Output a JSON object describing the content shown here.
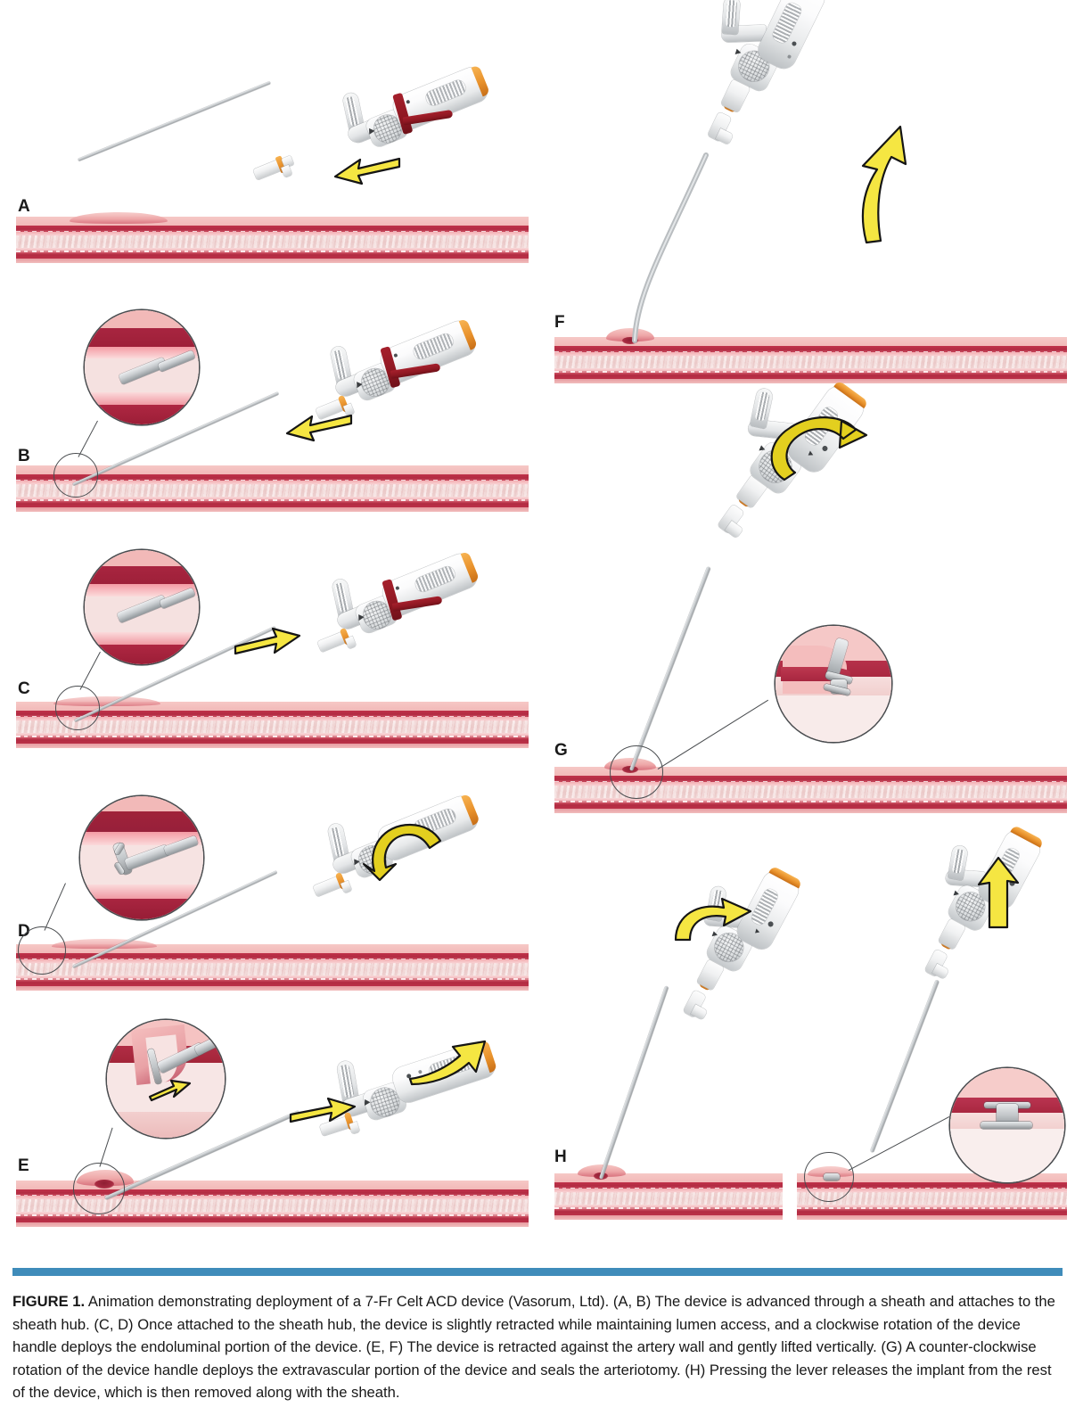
{
  "figure": {
    "label": "FIGURE 1.",
    "caption": " Animation demonstrating deployment of a 7-Fr Celt ACD device (Vasorum, Ltd). (A, B) The device is advanced through a sheath and attaches to the sheath hub. (C, D) Once attached to the sheath hub, the device is slightly retracted while maintaining lumen access, and a clockwise rotation of the device handle deploys the endoluminal portion of the device. (E, F) The device is retracted against the artery wall and gently lifted vertically. (G) A counter-clockwise rotation of the device handle deploys the extravascular portion of the device and seals the arteriotomy. (H) Pressing the lever releases the implant from the rest of the device, which is then removed along with the sheath.",
    "rule_color": "#3f8cba"
  },
  "colors": {
    "arrow_yellow": "#f5e642",
    "arrow_yellow_dark": "#e3cf1f",
    "arrow_outline": "#151515",
    "artery_media": "#b22b42",
    "artery_intima": "#f3aeb2",
    "artery_lumen": "#f4dedd",
    "artery_adventitia": "#f2b9b8",
    "device_white": "#fbfbfc",
    "device_grey": "#c9ccce",
    "cap_orange": "#e8912b",
    "clip_red": "#8e1822",
    "inset_outline": "#4a4d50"
  },
  "panels": [
    {
      "id": "A",
      "label": "A",
      "column": "left",
      "description": "Device advanced through a sheath toward the artery; straight yellow arrow indicates forward advancement.",
      "has_inset": false,
      "arrows": [
        {
          "type": "straight",
          "direction": "down-left",
          "meaning": "advance"
        }
      ]
    },
    {
      "id": "B",
      "label": "B",
      "column": "left",
      "description": "Device attached to the sheath hub; magnified inset shows the undeployed device tip inside the arterial lumen.",
      "has_inset": true,
      "inset_description": "Undeployed cylindrical tip inside lumen",
      "arrows": [
        {
          "type": "straight",
          "direction": "down-left",
          "meaning": "advance"
        }
      ]
    },
    {
      "id": "C",
      "label": "C",
      "column": "left",
      "description": "Device slightly retracted while maintaining lumen access; magnified inset shows tip still within the lumen.",
      "has_inset": true,
      "inset_description": "Tip retracted within lumen",
      "arrows": [
        {
          "type": "straight",
          "direction": "up-left",
          "meaning": "retract"
        }
      ]
    },
    {
      "id": "D",
      "label": "D",
      "column": "left",
      "description": "Clockwise rotation of the device handle deploys the endoluminal portion; inset shows deployed intraluminal disc.",
      "has_inset": true,
      "inset_description": "Endoluminal flower/disc deployed inside lumen",
      "arrows": [
        {
          "type": "curved",
          "direction": "clockwise",
          "meaning": "clockwise rotation"
        }
      ]
    },
    {
      "id": "E",
      "label": "E",
      "column": "left",
      "description": "Device retracted against the artery wall; inset shows the endoluminal disc pulled up against the arteriotomy.",
      "has_inset": true,
      "inset_description": "Disc apposed to arteriotomy with retraction arrow",
      "arrows": [
        {
          "type": "straight",
          "direction": "right",
          "meaning": "retract"
        },
        {
          "type": "curved",
          "direction": "up-right",
          "meaning": "lift vertically"
        },
        {
          "type": "straight",
          "direction": "inset-up-right",
          "meaning": "apposition"
        }
      ]
    },
    {
      "id": "F",
      "label": "F",
      "column": "right",
      "description": "Device gently lifted vertically; large curved yellow arrow indicates upward lift.",
      "has_inset": false,
      "arrows": [
        {
          "type": "curved",
          "direction": "up",
          "meaning": "lift vertically"
        }
      ]
    },
    {
      "id": "G",
      "label": "G",
      "column": "right",
      "description": "Counter-clockwise rotation of the device handle deploys the extravascular portion and seals the arteriotomy; inset shows the seated implant.",
      "has_inset": true,
      "inset_description": "Implant seated across the arteriotomy, sealing it",
      "arrows": [
        {
          "type": "curved",
          "direction": "counter-clockwise",
          "meaning": "counter-clockwise rotation"
        }
      ]
    },
    {
      "id": "H",
      "label": "H",
      "column": "right",
      "description": "Pressing the lever releases the implant from the device, which is then removed along with the sheath; inset shows the retained implant.",
      "has_inset": true,
      "inset_description": "Deployed implant sealing the arteriotomy after device removal",
      "sub_images": 2,
      "arrows": [
        {
          "type": "curved",
          "direction": "press-lever",
          "meaning": "press lever"
        },
        {
          "type": "straight",
          "direction": "up",
          "meaning": "remove device and sheath"
        }
      ]
    }
  ]
}
